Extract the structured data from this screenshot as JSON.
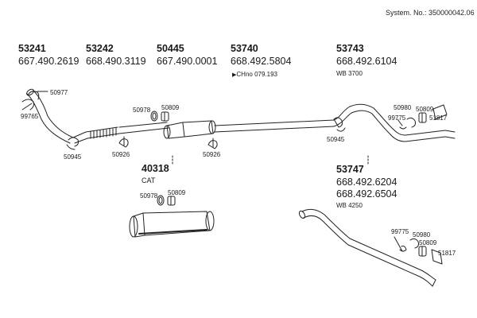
{
  "system_no": "System. No.: 350000042.06",
  "header_groups": [
    {
      "code": "53241",
      "number": "667.490.2619"
    },
    {
      "code": "53242",
      "number": "668.490.3119"
    },
    {
      "code": "50445",
      "number": "667.490.0001"
    },
    {
      "code": "53740",
      "number": "668.492.5804",
      "sub": "CHno 079.193"
    },
    {
      "code": "53743",
      "number": "668.492.6104",
      "sub": "WB 3700"
    }
  ],
  "cat_part": {
    "code": "40318",
    "sub": "CAT"
  },
  "lower_right": {
    "code": "53747",
    "numbers": [
      "668.492.6204",
      "668.492.6504"
    ],
    "sub": "WB 4250"
  },
  "part_tags": {
    "t50977": "50977",
    "t99765": "99765",
    "t50945a": "50945",
    "t50978a": "50978",
    "t50809a": "50809",
    "t50926a": "50926",
    "t50926b": "50926",
    "t50978b": "50978",
    "t50809b": "50809",
    "t50945b": "50945",
    "t50980a": "50980",
    "t50809c": "50809",
    "t99775a": "99775",
    "t51817a": "51817",
    "t99775b": "99775",
    "t50980b": "50980",
    "t50809d": "50809",
    "t51817b": "51817"
  }
}
